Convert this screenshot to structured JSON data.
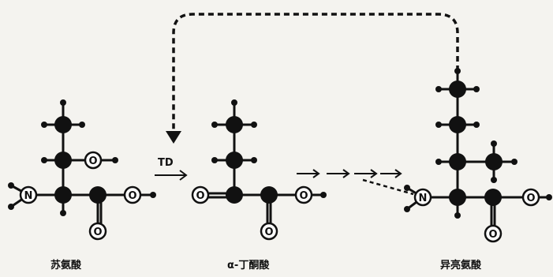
{
  "molecules": [
    {
      "caption": "苏氨酸"
    },
    {
      "caption": "α-丁酮酸"
    },
    {
      "caption": "异亮氨酸"
    }
  ],
  "reaction": {
    "enzyme_label": "TD"
  },
  "atom_labels": {
    "oxygen": "O",
    "nitrogen": "N"
  },
  "colors": {
    "background": "#f4f3ef",
    "ink": "#111111"
  }
}
